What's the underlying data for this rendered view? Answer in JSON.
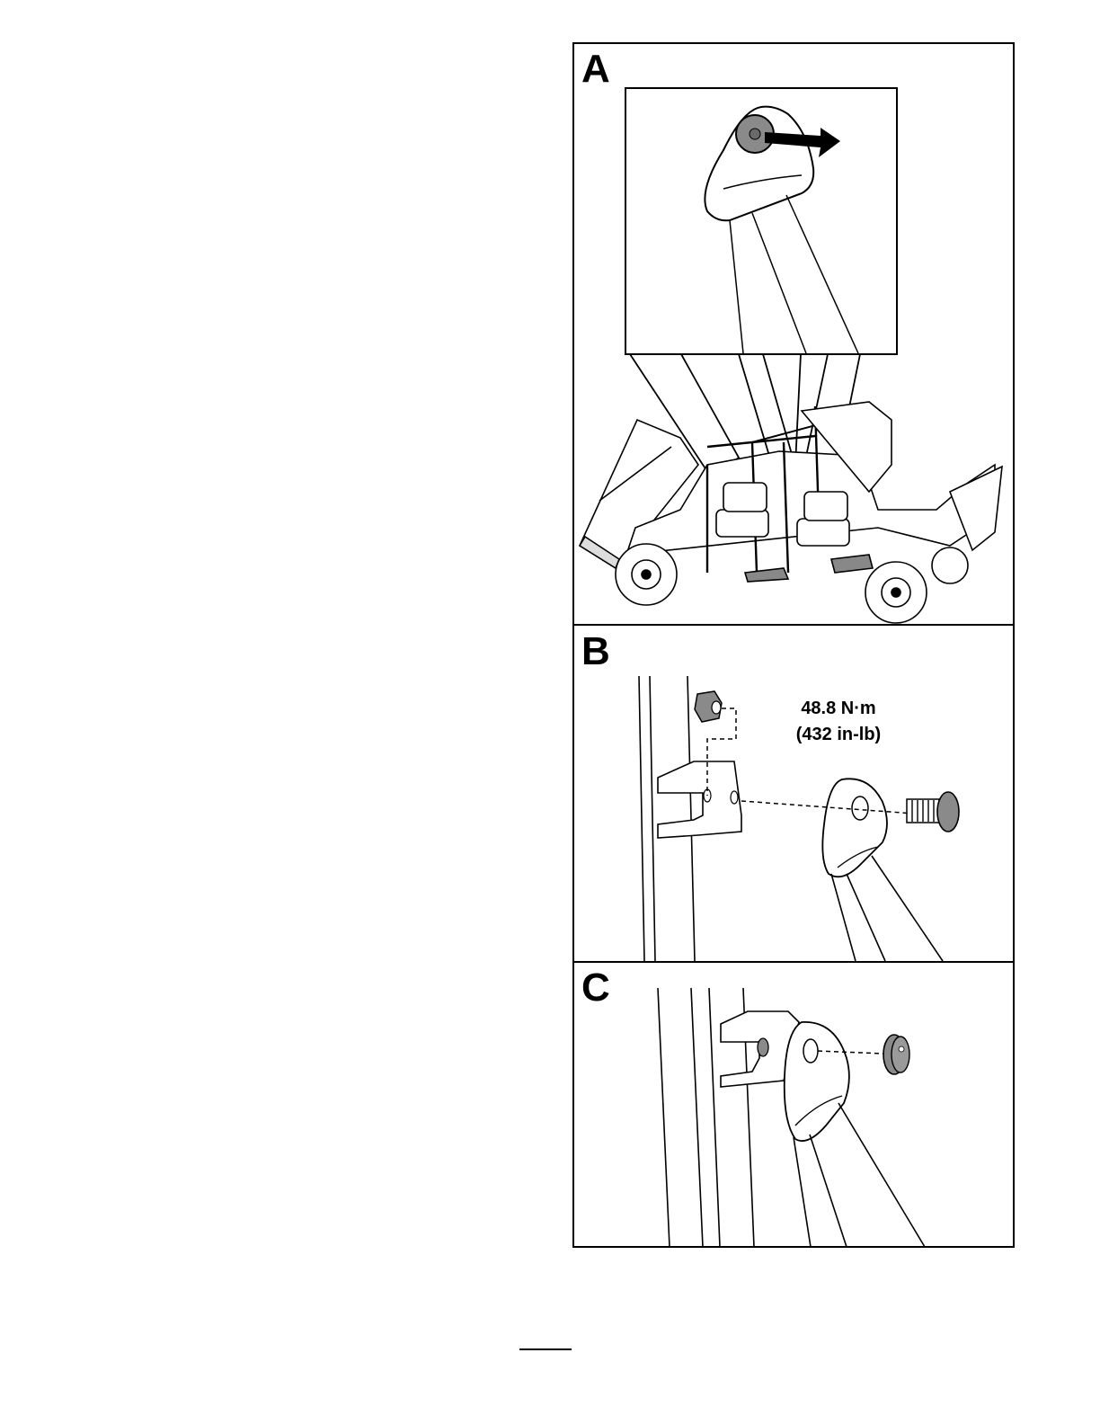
{
  "figure": {
    "panels": [
      {
        "label": "A",
        "caption": ""
      },
      {
        "label": "B",
        "torque_metric": "48.8 N·m",
        "torque_imperial": "(432 in-lb)"
      },
      {
        "label": "C"
      }
    ]
  },
  "colors": {
    "line": "#000000",
    "hardware": "#8a8a8a",
    "background": "#ffffff"
  }
}
